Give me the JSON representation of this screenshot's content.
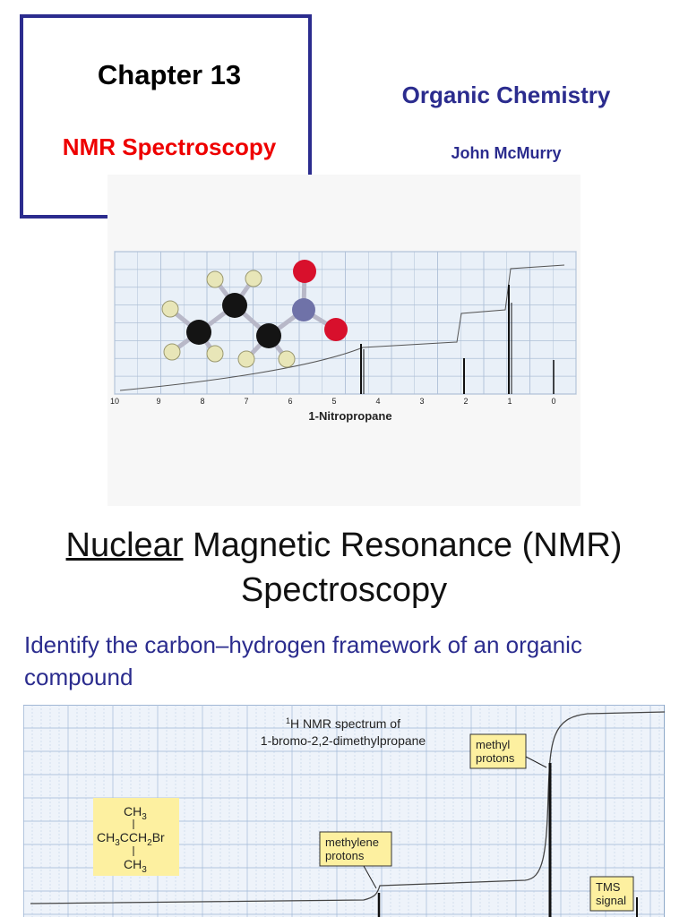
{
  "slide": {
    "chapter_title": "Chapter 13",
    "chapter_subtitle": "NMR Spectroscopy",
    "book_title": "Organic Chemistry",
    "author": "John McMurry",
    "heading_underlined": "Nuclear",
    "heading_rest_line1": " Magnetic Resonance (NMR)",
    "heading_line2": "Spectroscopy",
    "intro": "Identify the carbon–hydrogen framework of an organic compound"
  },
  "figure1": {
    "caption": "1-Nitropropane",
    "axis_ticks": [
      "10",
      "9",
      "8",
      "7",
      "6",
      "5",
      "4",
      "3",
      "2",
      "1",
      "0"
    ]
  },
  "figure2": {
    "title_sup": "1",
    "title_line1": "H NMR spectrum of",
    "title_line2": "1-bromo-2,2-dimethylpropane",
    "labels": {
      "methyl": [
        "methyl",
        "protons"
      ],
      "methylene": [
        "methylene",
        "protons"
      ],
      "tms": [
        "TMS",
        "signal"
      ]
    },
    "structure": {
      "top": "CH",
      "top_sub": "3",
      "middle": [
        "CH",
        "3",
        "CCH",
        "2",
        "Br"
      ],
      "bottom": "CH",
      "bottom_sub": "3"
    }
  },
  "colors": {
    "accent_blue": "#2b2c8e",
    "accent_red": "#ee0000",
    "grid_blue": "#8fb0d8",
    "panel_bg": "#eef3fa",
    "label_yellow": "#fdf0a0"
  }
}
